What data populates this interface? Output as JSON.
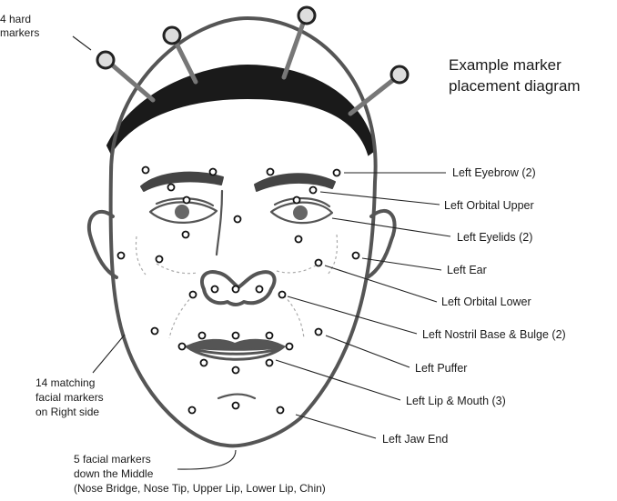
{
  "title": [
    "Example marker",
    "placement diagram"
  ],
  "notes": {
    "hard_markers": [
      "4 hard",
      "markers"
    ],
    "right_side": [
      "14 matching",
      "facial markers",
      "on Right side"
    ],
    "middle": [
      "5 facial markers",
      "down the Middle",
      "(Nose Bridge, Nose Tip, Upper Lip, Lower Lip, Chin)"
    ]
  },
  "labels": [
    "Left Eyebrow (2)",
    "Left Orbital Upper",
    "Left Eyelids (2)",
    "Left Ear",
    "Left Orbital Lower",
    "Left Nostril Base & Bulge (2)",
    "Left Puffer",
    "Left Lip & Mouth (3)",
    "Left Jaw End"
  ]
}
